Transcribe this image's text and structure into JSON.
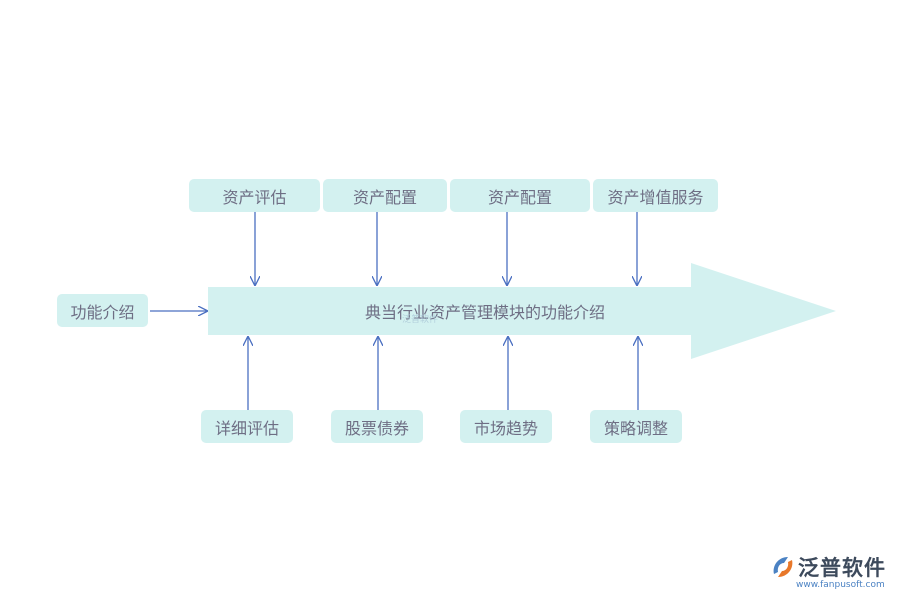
{
  "diagram": {
    "spine_label": "典当行业资产管理模块的功能介绍",
    "input_label": "功能介绍",
    "top_boxes": [
      "资产评估",
      "资产配置",
      "资产配置",
      "资产增值服务"
    ],
    "bottom_boxes": [
      "详细评估",
      "股票债券",
      "市场趋势",
      "策略调整"
    ]
  },
  "watermark": "泛普软件",
  "logo": {
    "name": "泛普软件",
    "url": "www.fanpusoft.com"
  },
  "colors": {
    "box_fill": "#d3f1f0",
    "spine_fill": "#d3f1f0",
    "arrow_line": "#4a6fc1",
    "text": "#6e6e84"
  }
}
